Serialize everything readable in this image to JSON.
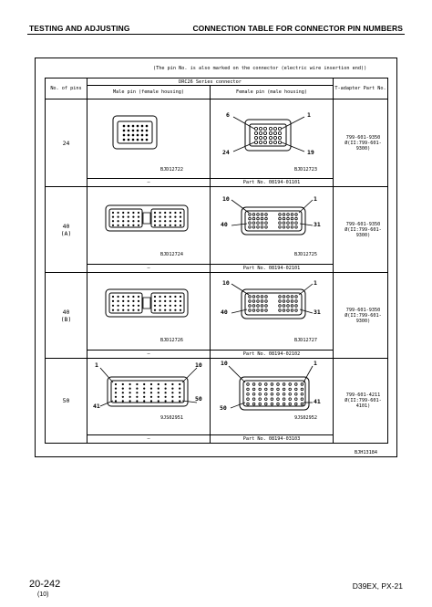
{
  "header": {
    "left": "TESTING AND ADJUSTING",
    "right": "CONNECTION TABLE FOR CONNECTOR PIN NUMBERS"
  },
  "note": "(The pin No. is also marked on the connector (electric wire insertion end))",
  "table": {
    "col_pins": "No. of pins",
    "series": "DRC26 Series connector",
    "col_male": "Male pin (female housing)",
    "col_female": "Female pin (male housing)",
    "col_adapter": "T-adapter Part No.",
    "rows": [
      {
        "pins_line1": "24",
        "pins_line2": "",
        "male_code": "BJD12722",
        "female_code": "BJD12723",
        "pin_labels": {
          "tl": "6",
          "tr": "1",
          "bl": "24",
          "br": "19"
        },
        "male_part": "–",
        "female_part": "Part No. 08194-01101",
        "adapter_line1": "799-601-9350",
        "adapter_line2": "Ø(II:799-601-9300)"
      },
      {
        "pins_line1": "40",
        "pins_line2": "(A)",
        "male_code": "BJD12724",
        "female_code": "BJD12725",
        "pin_labels": {
          "tl": "10",
          "tr": "1",
          "bl": "40",
          "br": "31"
        },
        "male_part": "–",
        "female_part": "Part No. 08194-02101",
        "adapter_line1": "799-601-9350",
        "adapter_line2": "Ø(II:799-601-9300)"
      },
      {
        "pins_line1": "40",
        "pins_line2": "(B)",
        "male_code": "BJD12726",
        "female_code": "BJD12727",
        "pin_labels": {
          "tl": "10",
          "tr": "1",
          "bl": "40",
          "br": "31"
        },
        "male_part": "–",
        "female_part": "Part No. 08194-02102",
        "adapter_line1": "799-601-9350",
        "adapter_line2": "Ø(II:799-601-9300)"
      },
      {
        "pins_line1": "50",
        "pins_line2": "",
        "male_code": "9JS02951",
        "female_code": "9JS02952",
        "male_pin_labels": {
          "tl": "1",
          "tr": "10",
          "bl": "41",
          "br": "50"
        },
        "pin_labels": {
          "tl": "10",
          "tr": "1",
          "bl": "50",
          "br": "41"
        },
        "male_part": "–",
        "female_part": "Part No. 08194-03103",
        "adapter_line1": "799-601-4211",
        "adapter_line2": "Ø(II:799-601-4101)"
      }
    ]
  },
  "figure_ref": "BJH13184",
  "footer": {
    "page": "20-242",
    "sub": "(10)",
    "model": "D39EX, PX-21"
  }
}
